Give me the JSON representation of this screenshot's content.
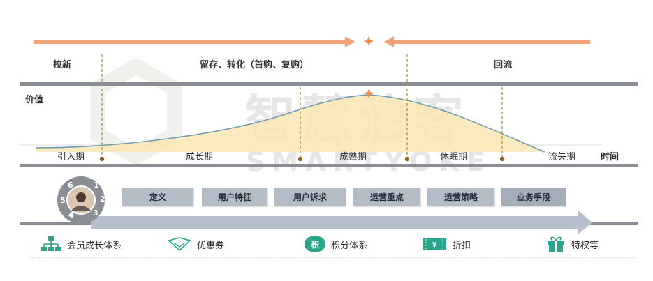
{
  "watermark": {
    "main": "智慧油客",
    "sub": "SMARTYOKE"
  },
  "stages_top": {
    "acquire": "拉新",
    "retain": "留存、转化（首购、复购）",
    "return": "回流"
  },
  "axis": {
    "y_label": "价值",
    "x_label": "时间"
  },
  "phases": [
    "引入期",
    "成长期",
    "成熟期",
    "休眠期",
    "流失期"
  ],
  "steps": [
    "定义",
    "用户特征",
    "用户诉求",
    "运营重点",
    "运营策略",
    "业务手段"
  ],
  "step_badges": [
    "6",
    "1",
    "2",
    "3",
    "4",
    "5"
  ],
  "tools": [
    {
      "label": "会员成长体系",
      "icon": "org-chart-icon"
    },
    {
      "label": "优惠券",
      "icon": "coupon-icon"
    },
    {
      "label": "积分体系",
      "icon": "points-icon",
      "icon_text": "积"
    },
    {
      "label": "折扣",
      "icon": "discount-ticket-icon",
      "icon_text": "¥"
    },
    {
      "label": "特权等",
      "icon": "gift-icon"
    }
  ],
  "colors": {
    "orange": "#f2a27a",
    "teal": "#2aa58a",
    "gray_bar": "#8a8e94",
    "curve_fill": "#fbe6b4"
  }
}
